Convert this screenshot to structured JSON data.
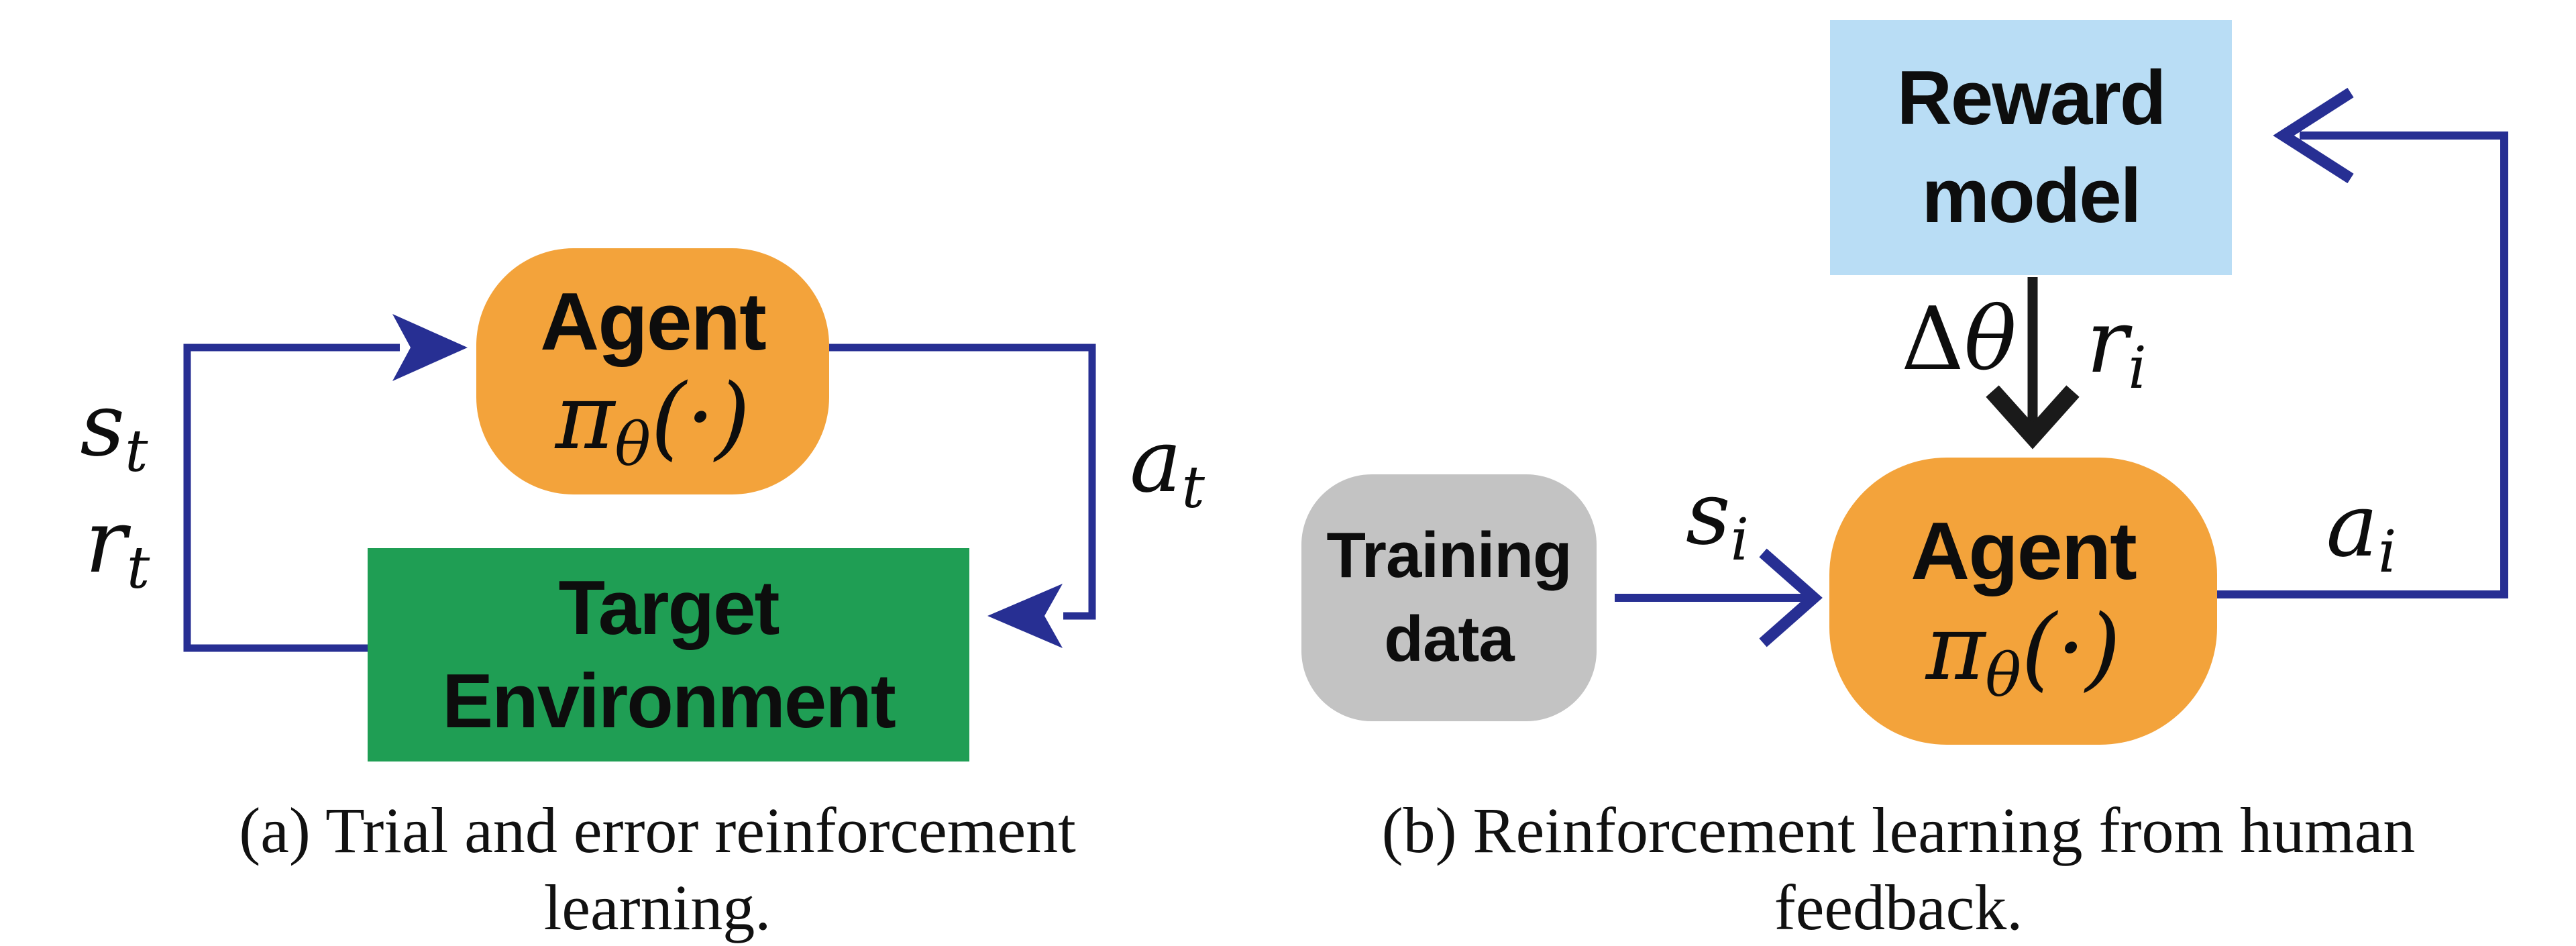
{
  "figure": {
    "colors": {
      "agent_orange": "#F3A33B",
      "environment_green": "#1F9E54",
      "reward_model_blue": "#B9DDF5",
      "training_data_gray": "#C3C3C3",
      "arrow_navy": "#272F93",
      "arrow_black": "#1A1A1A"
    },
    "panel_a": {
      "caption": "(a) Trial and error reinforcement learning.",
      "agent_box": {
        "title": "Agent",
        "policy": {
          "pi": "π",
          "theta": "θ",
          "args": "(·)"
        }
      },
      "environment_box": {
        "line1": "Target",
        "line2": "Environment"
      },
      "labels": {
        "state": {
          "main": "s",
          "sub": "t"
        },
        "reward": {
          "main": "r",
          "sub": "t"
        },
        "action": {
          "main": "a",
          "sub": "t"
        }
      }
    },
    "panel_b": {
      "caption": "(b) Reinforcement learning from human feedback.",
      "reward_model_box": {
        "line1": "Reward",
        "line2": "model"
      },
      "training_data_box": {
        "line1": "Training",
        "line2": "data"
      },
      "agent_box": {
        "title": "Agent",
        "policy": {
          "pi": "π",
          "theta": "θ",
          "args": "(·)"
        }
      },
      "labels": {
        "delta_theta": {
          "delta": "Δ",
          "theta": "θ"
        },
        "reward": {
          "main": "r",
          "sub": "i"
        },
        "state": {
          "main": "s",
          "sub": "i"
        },
        "action": {
          "main": "a",
          "sub": "i"
        }
      }
    }
  }
}
